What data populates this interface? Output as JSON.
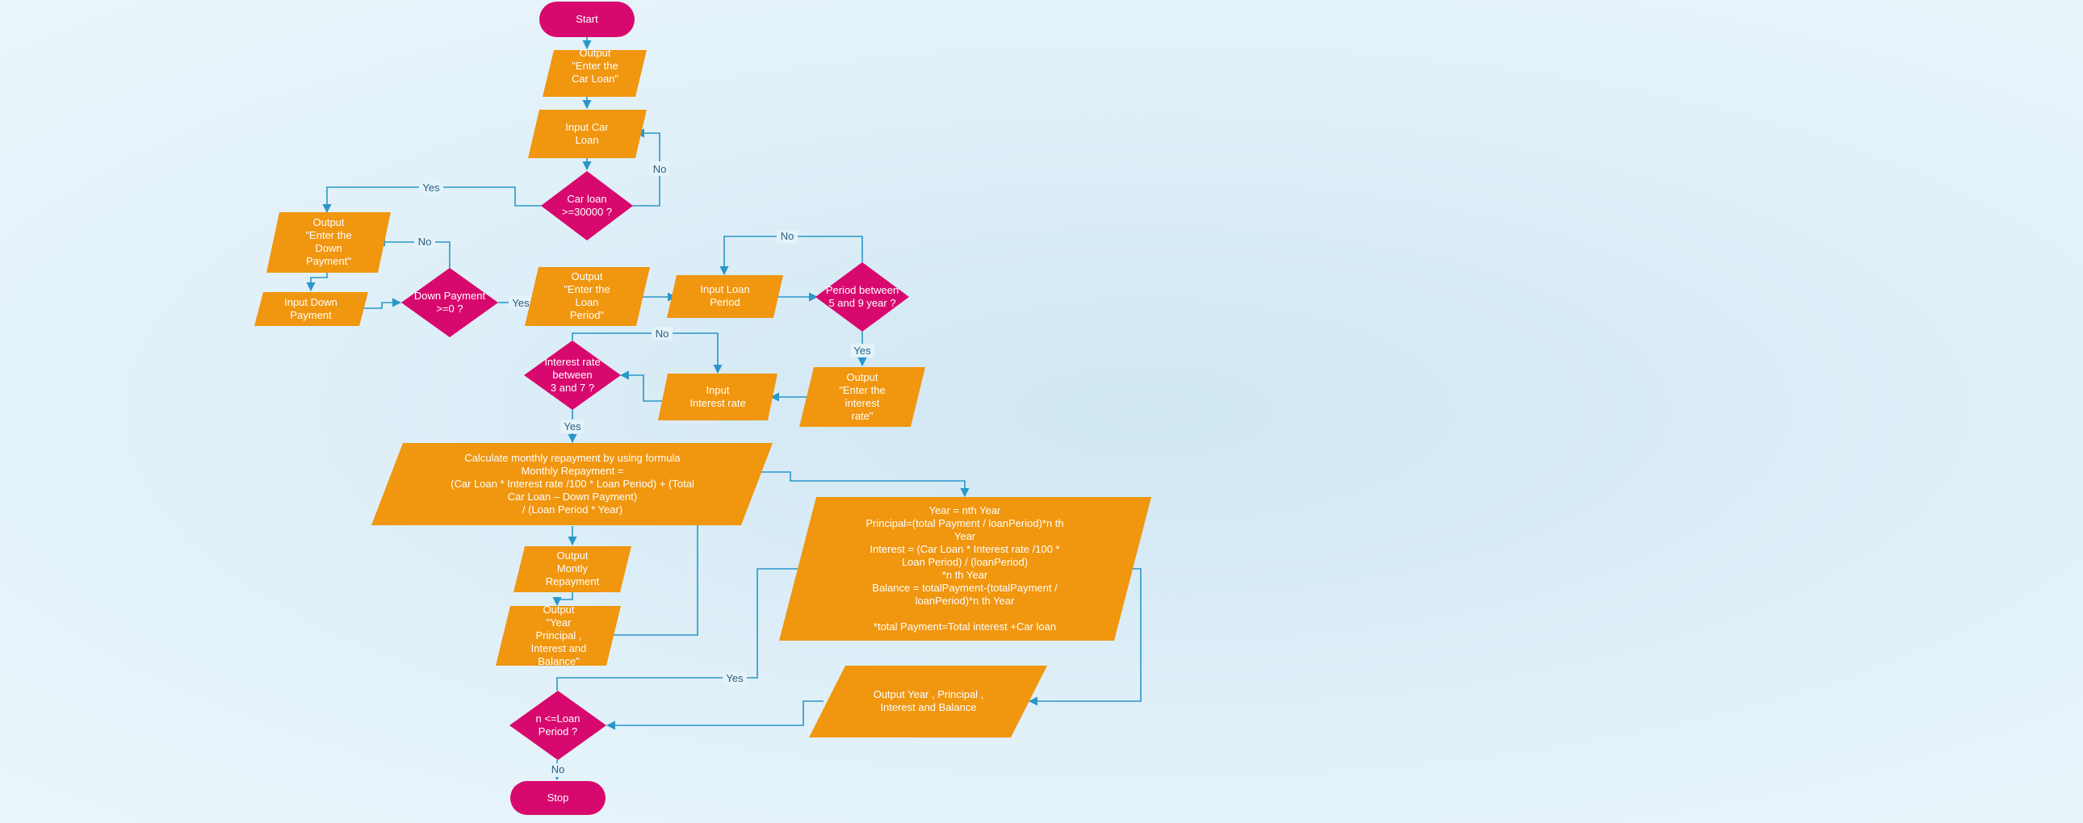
{
  "colors": {
    "process": "#f0960f",
    "decision": "#d8096e",
    "terminal": "#d8096e",
    "connector": "#2a97c9",
    "label_text": "#2a5f80"
  },
  "nodes": {
    "start": [
      "Start"
    ],
    "output_enter_car_loan": [
      "Output",
      "\"Enter the",
      "Car Loan\""
    ],
    "input_car_loan": [
      "Input  Car",
      "Loan"
    ],
    "car_loan_check": [
      "Car loan",
      ">=30000 ?"
    ],
    "output_enter_down_payment": [
      "Output",
      "\"Enter the",
      "Down",
      "Payment\""
    ],
    "input_down_payment": [
      "Input Down",
      "Payment"
    ],
    "down_payment_check": [
      "Down Payment",
      ">=0 ?"
    ],
    "output_enter_loan_period": [
      "Output",
      "\"Enter the",
      "Loan",
      "Period\""
    ],
    "input_loan_period": [
      "Input Loan",
      "Period"
    ],
    "period_check": [
      "Period between",
      "5 and 9 year ?"
    ],
    "output_enter_interest_rate": [
      "Output",
      "\"Enter the",
      "interest",
      "rate\""
    ],
    "input_interest_rate": [
      "Input",
      "Interest rate"
    ],
    "interest_rate_check": [
      "Interest rate",
      "between",
      "3 and 7 ?"
    ],
    "calculate_monthly": [
      "Calculate monthly repayment by using formula",
      "Monthly Repayment =",
      "(Car Loan * Interest rate /100 * Loan Period) + (Total",
      "Car Loan – Down Payment)",
      "/ (Loan Period * Year)"
    ],
    "output_monthly_repayment": [
      "Output",
      "Montly",
      "Repayment"
    ],
    "output_year_principal": [
      "Output",
      "\"Year",
      "Principal ,",
      "Interest and",
      "Balance\""
    ],
    "yearly_calculation": [
      "Year = nth Year",
      "Principal=(total Payment / loanPeriod)*n th",
      "Year",
      "Interest = (Car Loan * Interest rate /100 *",
      "Loan Period) / (loanPeriod)",
      "*n th Year",
      "Balance = totalPayment-(totalPayment /",
      "loanPeriod)*n th Year",
      "",
      "*total Payment=Total interest +Car loan"
    ],
    "output_year_principal_balance": [
      "Output Year , Principal ,",
      "Interest and  Balance"
    ],
    "loan_period_check": [
      "n <=Loan",
      "Period ?"
    ],
    "stop": [
      "Stop"
    ]
  },
  "edge_labels": {
    "car_loan_no": "No",
    "car_loan_yes": "Yes",
    "down_payment_no": "No",
    "down_payment_yes": "Yes",
    "period_no": "No",
    "period_yes": "Yes",
    "interest_no": "No",
    "interest_yes": "Yes",
    "loop_yes": "Yes",
    "loop_no": "No"
  }
}
